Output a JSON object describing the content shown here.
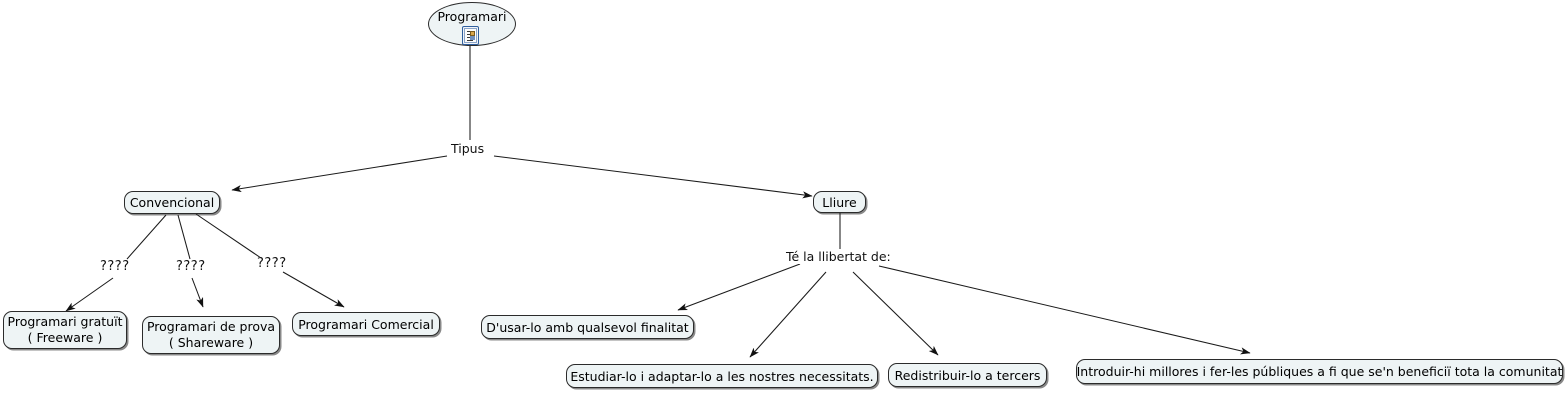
{
  "diagram": {
    "title": "Programari",
    "type": "concept-map",
    "language": "ca",
    "background_color": "#ffffff",
    "node_fill": "#eef4f5",
    "node_border": "#2b2b2b",
    "line_color": "#1a1a1a",
    "root": {
      "label": "Programari",
      "shape": "ellipse",
      "icon": "document-icon"
    },
    "link_labels": [
      {
        "text": "Tipus"
      },
      {
        "text": "Té la llibertat de:"
      },
      {
        "text": "????"
      },
      {
        "text": "????"
      },
      {
        "text": "????"
      }
    ],
    "nodes": [
      {
        "label": "Convencional"
      },
      {
        "label": "Lliure"
      },
      {
        "label": "Programari gratuït\n( Freeware )"
      },
      {
        "label": "Programari de prova\n( Shareware )"
      },
      {
        "label": "Programari Comercial"
      },
      {
        "label": "D'usar-lo amb qualsevol finalitat"
      },
      {
        "label": "Estudiar-lo i adaptar-lo a les nostres necessitats."
      },
      {
        "label": "Redistribuir-lo a tercers"
      },
      {
        "label": "Introduir-hi millores i fer-les públiques a fi que se'n beneficiï tota la comunitat"
      }
    ]
  }
}
